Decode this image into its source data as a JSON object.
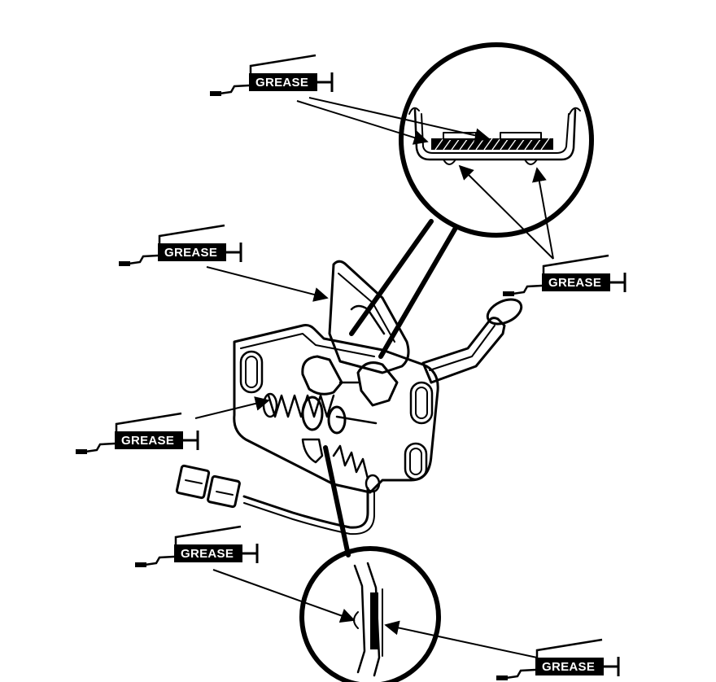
{
  "callouts": [
    {
      "id": "top",
      "label": "GREASE"
    },
    {
      "id": "upper-left",
      "label": "GREASE"
    },
    {
      "id": "right",
      "label": "GREASE"
    },
    {
      "id": "left",
      "label": "GREASE"
    },
    {
      "id": "lower-left",
      "label": "GREASE"
    },
    {
      "id": "bottom-right",
      "label": "GREASE"
    }
  ],
  "colors": {
    "ink": "#000000",
    "background": "#ffffff"
  }
}
